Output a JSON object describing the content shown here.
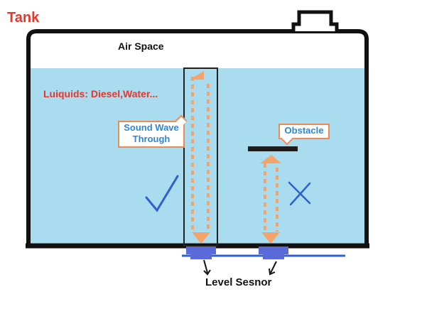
{
  "title": "Tank",
  "air_space_label": "Air Space",
  "liquids_label": "Luiquids: Diesel,Water...",
  "sound_wave_callout": {
    "line1": "Sound Wave",
    "line2": "Through"
  },
  "obstacle_callout": "Obstacle",
  "sensor_label": "Level Sesnor",
  "colors": {
    "title_red": "#e8372a",
    "liquid_blue": "#a9dcef",
    "wave_orange": "#f4a46b",
    "callout_text": "#2f86d6",
    "mark_blue": "#2f5fd1",
    "sensor_blue": "#5a6ad8"
  },
  "icons": [
    "check-mark-icon",
    "cross-mark-icon",
    "arrow-down-icon",
    "arrow-up-icon"
  ]
}
